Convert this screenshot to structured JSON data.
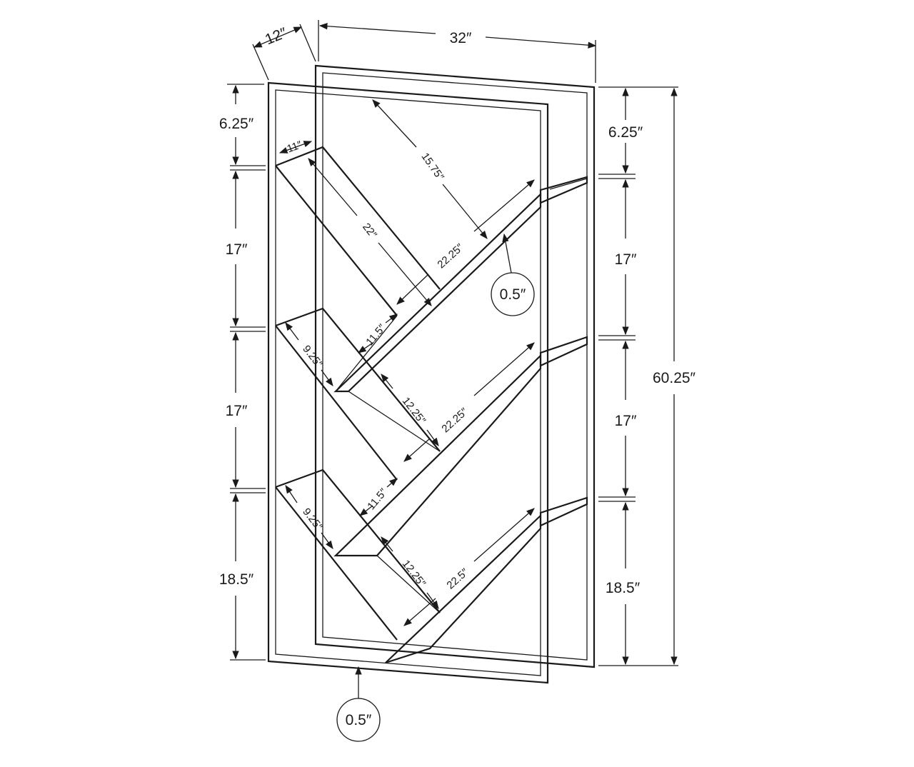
{
  "dimensions": {
    "depth": "12″",
    "width": "32″",
    "left_top_gap": "6.25″",
    "left_shelf_1": "17″",
    "left_shelf_2": "17″",
    "left_bottom": "18.5″",
    "right_top_gap": "6.25″",
    "right_shelf_1": "17″",
    "right_shelf_2": "17″",
    "right_bottom": "18.5″",
    "total_height": "60.25″",
    "top_shelf_depth": "11″",
    "top_diag": "15.75″",
    "shelf1_inner_length": "22″",
    "shelf1_long": "22.25″",
    "shelf1_edge": "11.5″",
    "shelf2_depth": "9.25″",
    "shelf2_inner": "12.25″",
    "shelf2_long": "22.25″",
    "shelf2_edge": "11.5″",
    "shelf3_depth": "9.25″",
    "shelf3_inner": "12.25″",
    "shelf3_long": "22.5″"
  },
  "callouts": {
    "shelf_thickness": "0.5″",
    "frame_thickness": "0.5″"
  }
}
